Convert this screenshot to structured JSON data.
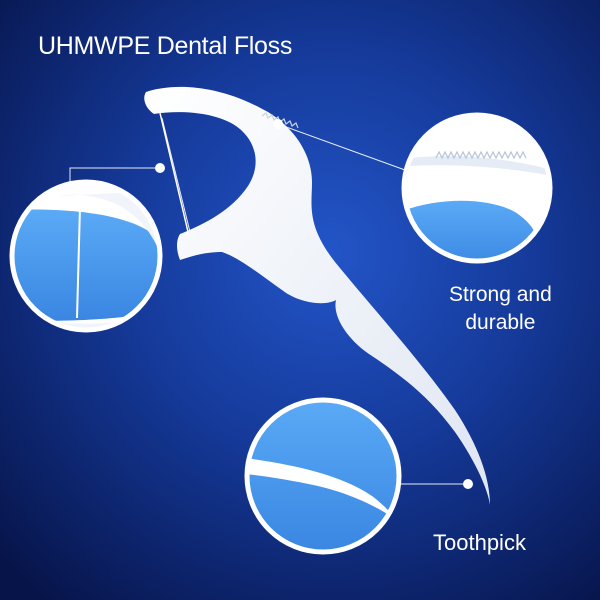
{
  "title": "UHMWPE Dental Floss",
  "callouts": {
    "strength_line1": "Strong and",
    "strength_line2": "durable",
    "tip": "Toothpick"
  },
  "colors": {
    "background": "#0a1a5a",
    "background_glow": "#1f4fc0",
    "floss_body": "#ffffff",
    "zoom_fill": "#4a9ef0",
    "text": "#ffffff"
  }
}
